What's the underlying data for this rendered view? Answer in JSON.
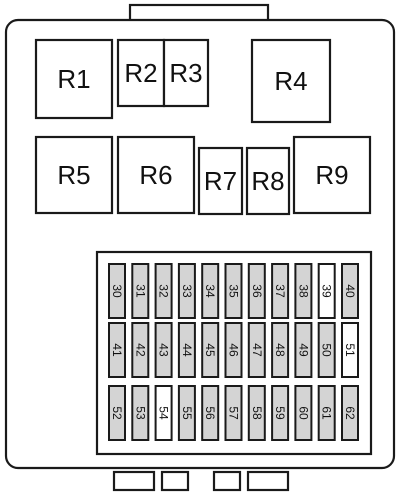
{
  "relays": [
    {
      "id": "r1",
      "label": "R1"
    },
    {
      "id": "r2",
      "label": "R2"
    },
    {
      "id": "r3",
      "label": "R3"
    },
    {
      "id": "r4",
      "label": "R4"
    },
    {
      "id": "r5",
      "label": "R5"
    },
    {
      "id": "r6",
      "label": "R6"
    },
    {
      "id": "r7",
      "label": "R7"
    },
    {
      "id": "r8",
      "label": "R8"
    },
    {
      "id": "r9",
      "label": "R9"
    }
  ],
  "fuse_rows": [
    [
      {
        "label": "30",
        "filled": true
      },
      {
        "label": "31",
        "filled": true
      },
      {
        "label": "32",
        "filled": true
      },
      {
        "label": "33",
        "filled": true
      },
      {
        "label": "34",
        "filled": true
      },
      {
        "label": "35",
        "filled": true
      },
      {
        "label": "36",
        "filled": true
      },
      {
        "label": "37",
        "filled": true
      },
      {
        "label": "38",
        "filled": true
      },
      {
        "label": "39",
        "filled": false
      },
      {
        "label": "40",
        "filled": true
      }
    ],
    [
      {
        "label": "41",
        "filled": true
      },
      {
        "label": "42",
        "filled": true
      },
      {
        "label": "43",
        "filled": true
      },
      {
        "label": "44",
        "filled": true
      },
      {
        "label": "45",
        "filled": true
      },
      {
        "label": "46",
        "filled": true
      },
      {
        "label": "47",
        "filled": true
      },
      {
        "label": "48",
        "filled": true
      },
      {
        "label": "49",
        "filled": true
      },
      {
        "label": "50",
        "filled": true
      },
      {
        "label": "51",
        "filled": false
      }
    ],
    [
      {
        "label": "52",
        "filled": true
      },
      {
        "label": "53",
        "filled": true
      },
      {
        "label": "54",
        "filled": false
      },
      {
        "label": "55",
        "filled": true
      },
      {
        "label": "56",
        "filled": true
      },
      {
        "label": "57",
        "filled": true
      },
      {
        "label": "58",
        "filled": true
      },
      {
        "label": "59",
        "filled": true
      },
      {
        "label": "60",
        "filled": true
      },
      {
        "label": "61",
        "filled": true
      },
      {
        "label": "62",
        "filled": true
      }
    ]
  ],
  "colors": {
    "outline": "#1a1a1a",
    "fuse_fill": "#d4d4d4",
    "empty_fill": "#ffffff",
    "background": "#ffffff"
  }
}
